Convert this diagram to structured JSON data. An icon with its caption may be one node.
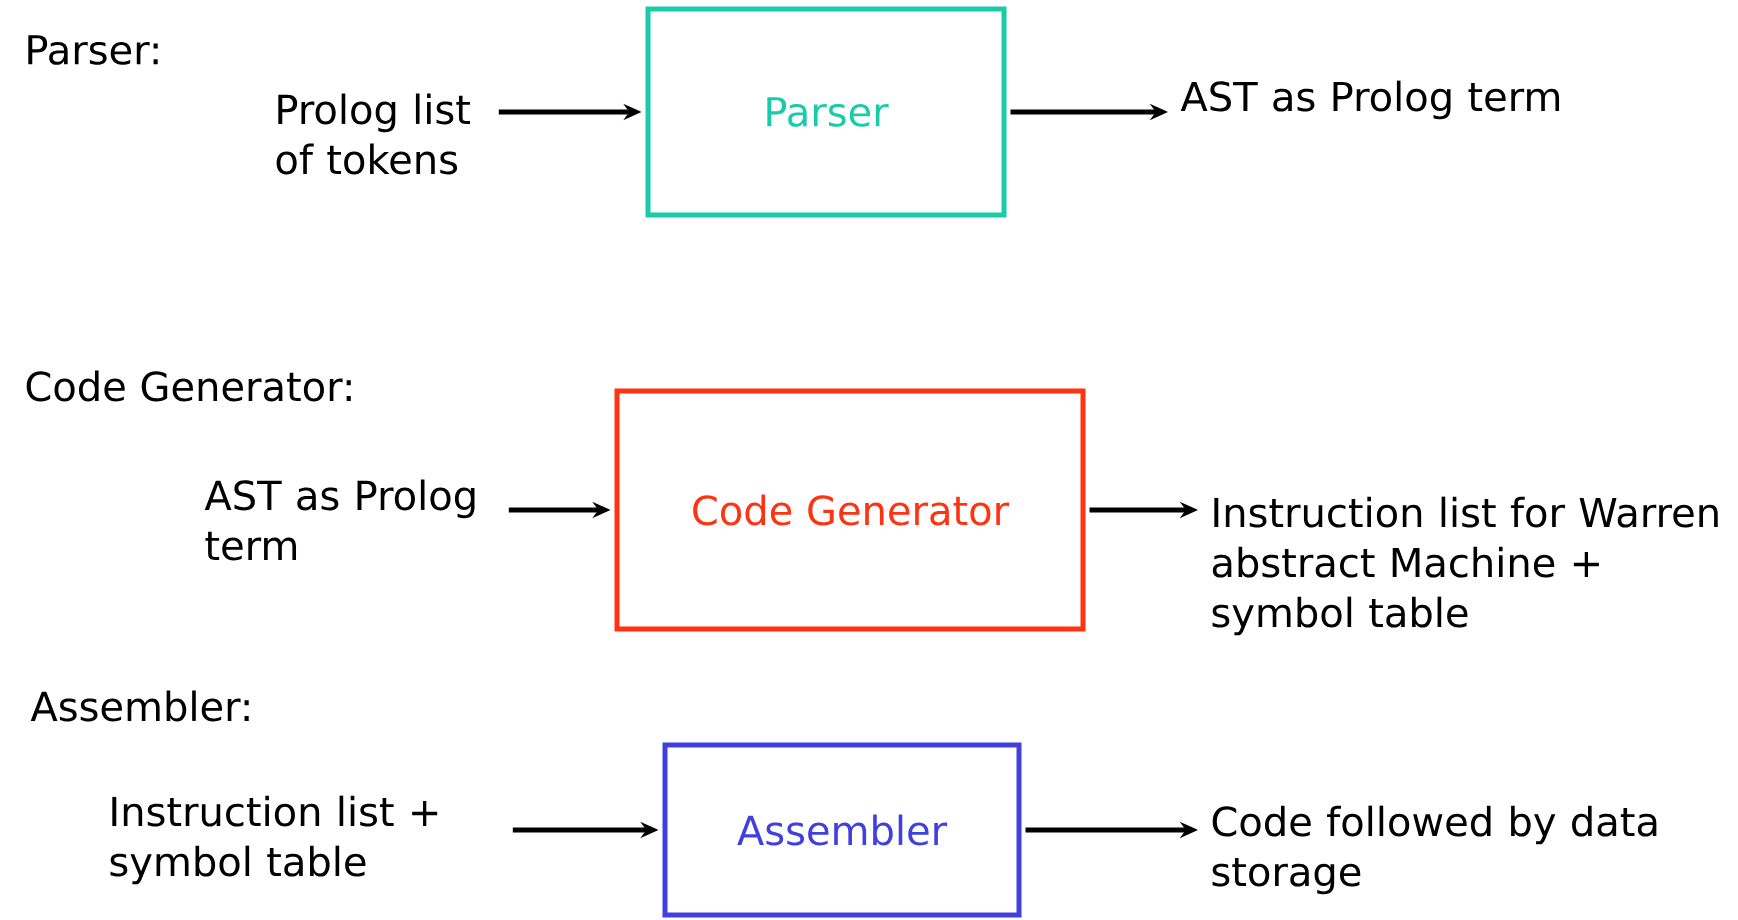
{
  "diagram": {
    "nodes": [
      {
        "text": [
          "Prolog list of tokens"
        ]
      },
      {
        "text": [
          "Parser"
        ]
      },
      {
        "text": [
          "AST as Prolog term"
        ]
      },
      {
        "text": [
          "AST as Prolog term"
        ]
      },
      {
        "text": [
          "Code Generator"
        ]
      },
      {
        "text": [
          "Instruction list for Warren abstract Machine + symbol table"
        ]
      },
      {
        "text": [
          "Instruction list + symbol table"
        ]
      },
      {
        "text": [
          "Assembler"
        ]
      },
      {
        "text": [
          "Code followed by data storage"
        ]
      }
    ],
    "edges": [
      {
        "from": 0,
        "to": 1,
        "arrow": "to"
      },
      {
        "from": 1,
        "to": 2,
        "arrow": "to"
      },
      {
        "from": 3,
        "to": 4,
        "arrow": "to"
      },
      {
        "from": 4,
        "to": 5,
        "arrow": "to"
      },
      {
        "from": 6,
        "to": 7,
        "arrow": "to"
      },
      {
        "from": 7,
        "to": 8,
        "arrow": "to"
      }
    ],
    "labels": [
      "Parser:",
      "Code Generator:",
      "Assembler:"
    ]
  }
}
